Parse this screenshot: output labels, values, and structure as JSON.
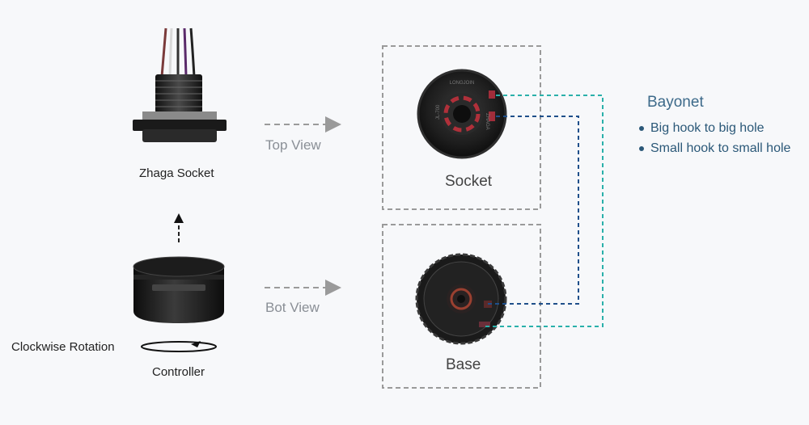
{
  "labels": {
    "zhaga_socket": "Zhaga Socket",
    "controller": "Controller",
    "clockwise_rotation": "Clockwise Rotation",
    "top_view": "Top View",
    "bot_view": "Bot View",
    "socket": "Socket",
    "base": "Base"
  },
  "bayonet": {
    "title": "Bayonet",
    "items": [
      "Big hook to big hole",
      "Small hook to small hole"
    ]
  },
  "socket_engraving": {
    "brand": "LONGJOIN",
    "mark_left": "JL-700",
    "mark_right": "ZHAGA"
  },
  "colors": {
    "teal_line": "#2ab0aa",
    "navy_line": "#1f4f8a",
    "gray_dash": "#9a9a9a",
    "accent_text": "#2b5878"
  }
}
